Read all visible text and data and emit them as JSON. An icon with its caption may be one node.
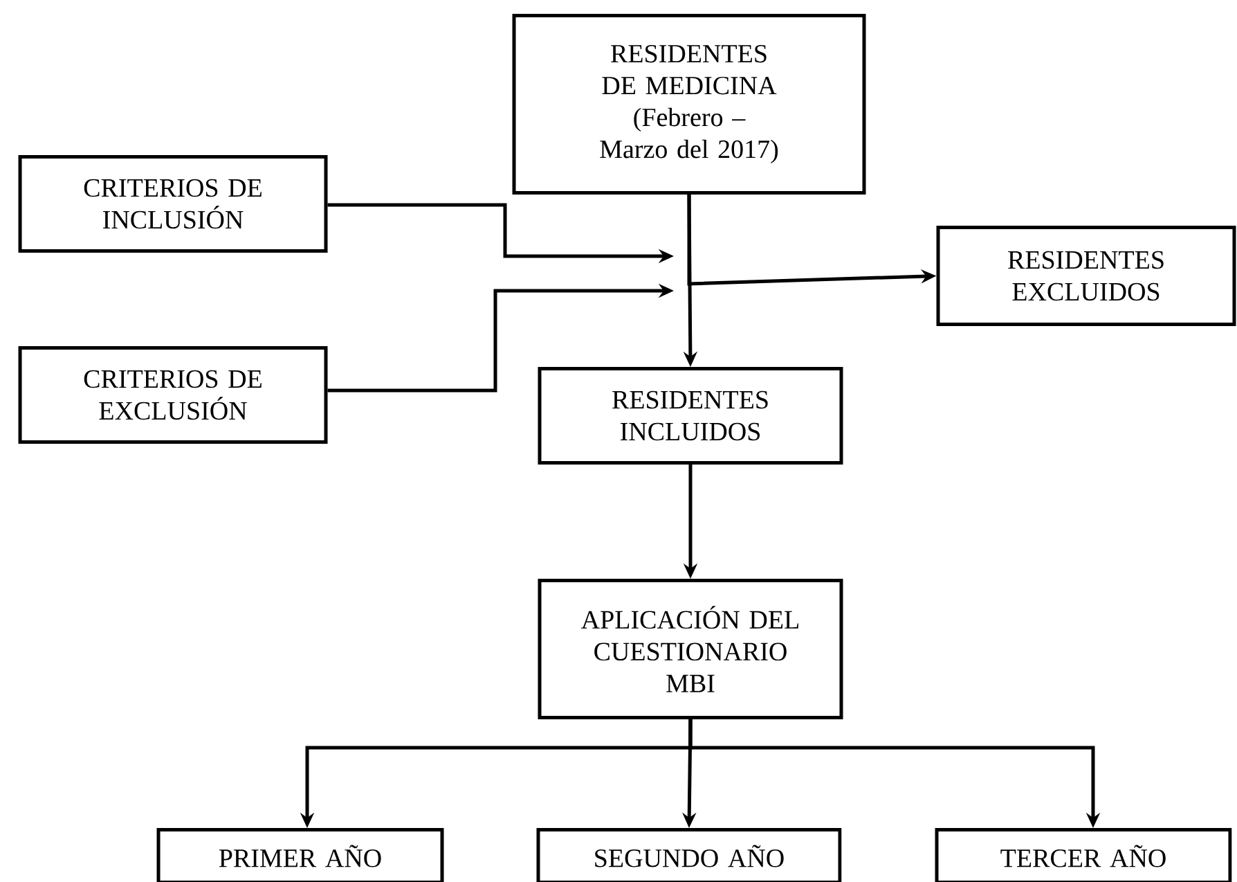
{
  "diagram": {
    "nodes": [
      {
        "text": [
          "RESIDENTES DE MEDICINA",
          "(Febrero – Marzo del 2017)"
        ]
      },
      {
        "text": [
          "CRITERIOS DE INCLUSIÓN"
        ]
      },
      {
        "text": [
          "CRITERIOS DE EXCLUSIÓN"
        ]
      },
      {
        "text": [
          "RESIDENTES EXCLUIDOS"
        ]
      },
      {
        "text": [
          "RESIDENTES INCLUIDOS"
        ]
      },
      {
        "text": [
          "APLICACIÓN DEL CUESTIONARIO MBI"
        ]
      },
      {
        "text": [
          "PRIMER AÑO"
        ]
      },
      {
        "text": [
          "SEGUNDO AÑO"
        ]
      },
      {
        "text": [
          "TERCER AÑO"
        ]
      }
    ],
    "edges": [
      {
        "from": 0,
        "to": 4,
        "arrow": "to"
      },
      {
        "from": 1,
        "to": null,
        "arrow": "to"
      },
      {
        "from": 2,
        "to": null,
        "arrow": "to"
      },
      {
        "from": 0,
        "to": 3,
        "arrow": "to"
      },
      {
        "from": 4,
        "to": 5,
        "arrow": "to"
      },
      {
        "from": 5,
        "to": 6,
        "arrow": "to"
      },
      {
        "from": 5,
        "to": 7,
        "arrow": "to"
      },
      {
        "from": 5,
        "to": 8,
        "arrow": "to"
      }
    ]
  }
}
